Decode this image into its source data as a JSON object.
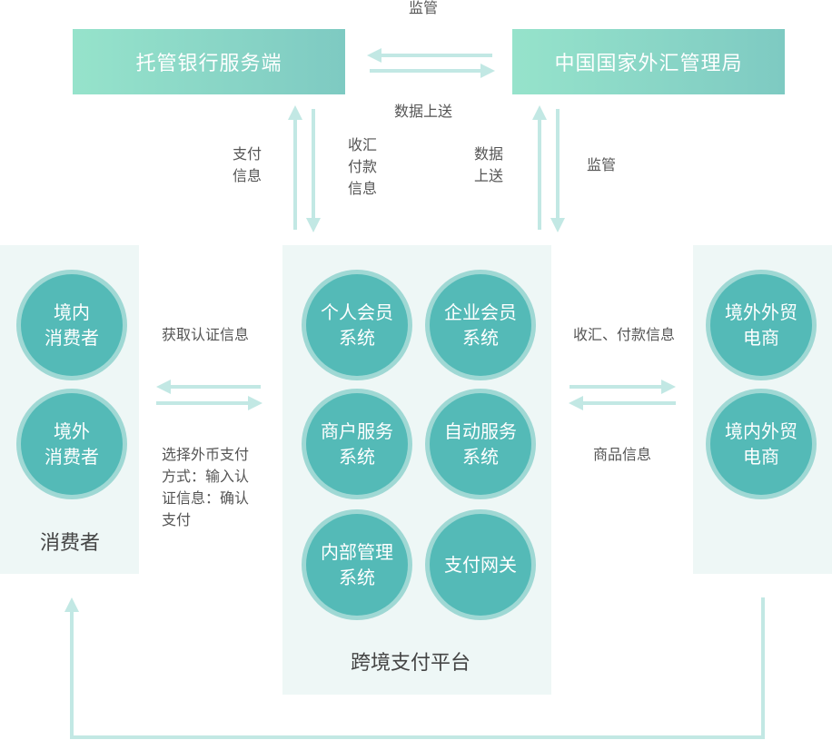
{
  "top": {
    "bank": "托管银行服务端",
    "safe": "中国国家外汇管理局",
    "label_supervise_top": "监管",
    "label_data_upload_h": "数据上送"
  },
  "vertical_labels": {
    "pay_info": [
      "支付",
      "信息"
    ],
    "collect_pay_info": [
      "收汇",
      "付款",
      "信息"
    ],
    "data_upload": [
      "数据",
      "上送"
    ],
    "supervise": "监管"
  },
  "consumers": {
    "domestic": [
      "境内",
      "消费者"
    ],
    "foreign": [
      "境外",
      "消费者"
    ],
    "title": "消费者"
  },
  "platform": {
    "nodes": [
      [
        "个人会员",
        "系统"
      ],
      [
        "企业会员",
        "系统"
      ],
      [
        "商户服务",
        "系统"
      ],
      [
        "自动服务",
        "系统"
      ],
      [
        "内部管理",
        "系统"
      ],
      [
        "支付网关"
      ]
    ],
    "title": "跨境支付平台"
  },
  "merchants": {
    "foreign": [
      "境外外贸",
      "电商"
    ],
    "domestic": [
      "境内外贸",
      "电商"
    ]
  },
  "left_labels": {
    "auth": "获取认证信息",
    "choose": [
      "选择外币支付",
      "方式：输入认",
      "证信息：确认",
      "支付"
    ]
  },
  "right_labels": {
    "collect": "收汇、付款信息",
    "goods": "商品信息"
  },
  "colors": {
    "arrow": "#c2e8e4",
    "circle": "#54bab7",
    "circle_ring": "#9fd8d4",
    "panel": "#eef7f6",
    "top_gradient_start": "#96e3cb",
    "top_gradient_end": "#7ecac2"
  }
}
